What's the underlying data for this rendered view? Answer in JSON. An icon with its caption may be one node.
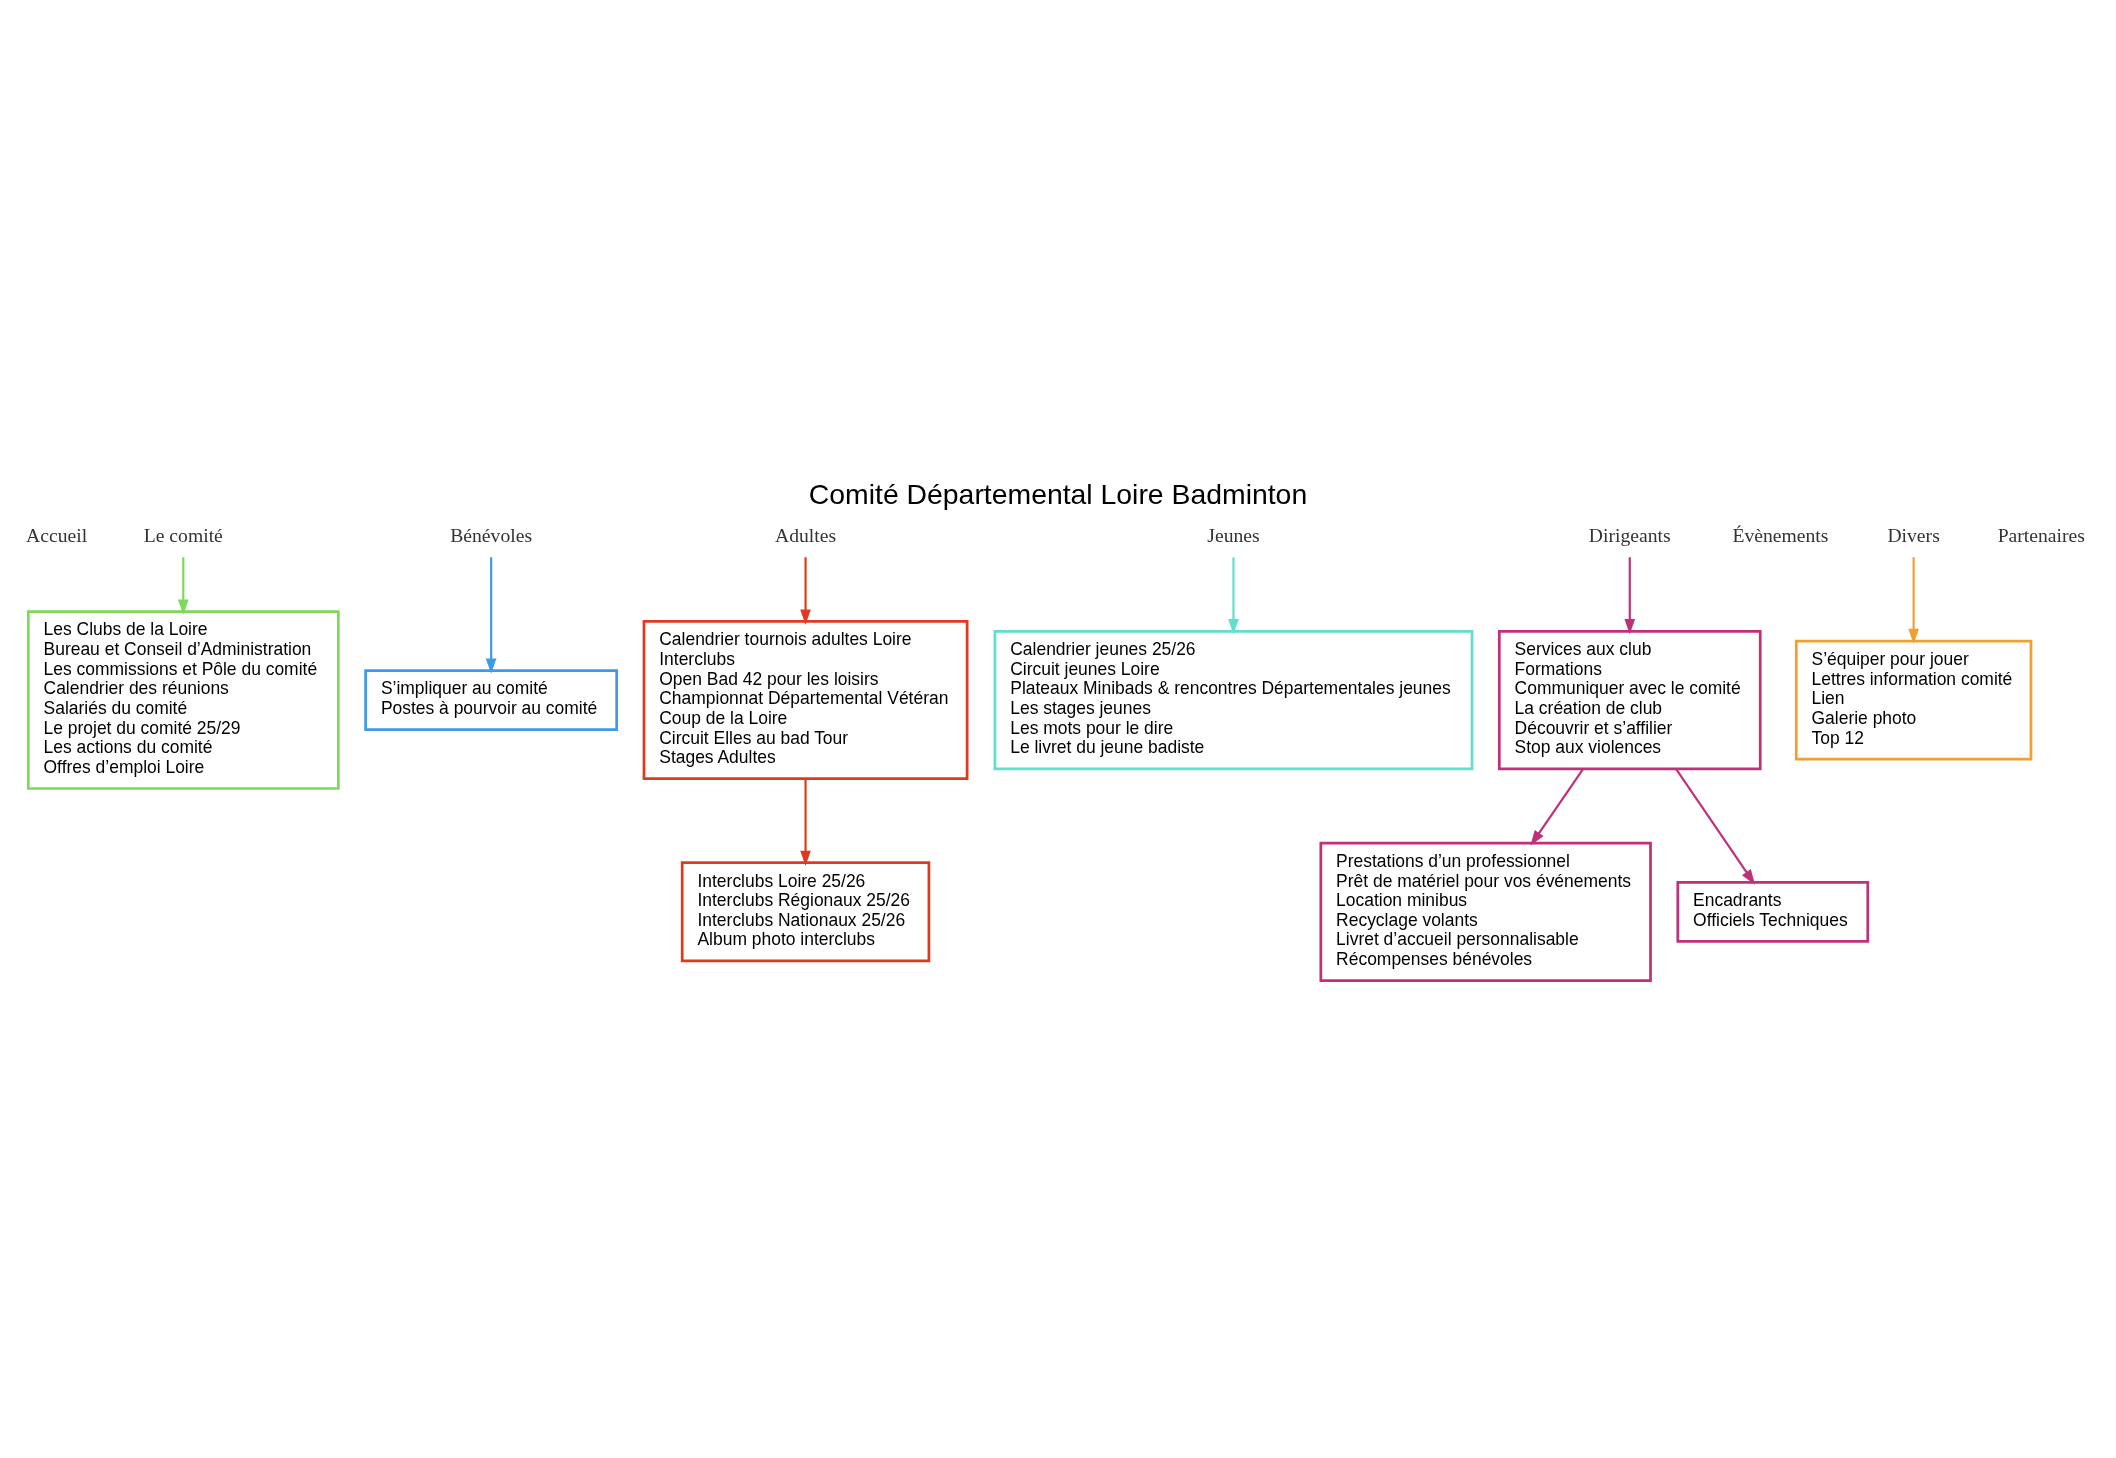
{
  "diagram": {
    "title": "Comité Départemental Loire Badminton",
    "nodes": [
      {
        "text": [
          "Accueil"
        ]
      },
      {
        "text": [
          "Le comité"
        ]
      },
      {
        "text": [
          "Bénévoles"
        ]
      },
      {
        "text": [
          "Adultes"
        ]
      },
      {
        "text": [
          "Jeunes"
        ]
      },
      {
        "text": [
          "Dirigeants"
        ]
      },
      {
        "text": [
          "Évènements"
        ]
      },
      {
        "text": [
          "Divers"
        ]
      },
      {
        "text": [
          "Partenaires"
        ]
      },
      {
        "text": [
          "Les Clubs de la Loire",
          "Bureau et Conseil d’Administration",
          "Les commissions et Pôle du comité",
          "Calendrier des réunions",
          "Salariés du comité",
          "Le projet du comité 25/29",
          "Les actions du comité",
          "Offres d’emploi Loire"
        ]
      },
      {
        "text": [
          "S’impliquer au comité",
          "Postes à pourvoir au comité"
        ]
      },
      {
        "text": [
          "Calendrier tournois adultes Loire",
          "Interclubs",
          "Open Bad 42 pour les loisirs",
          "Championnat Départemental Vétéran",
          "Coup de la Loire",
          "Circuit Elles au bad Tour",
          "Stages Adultes"
        ]
      },
      {
        "text": [
          "Interclubs Loire 25/26",
          "Interclubs Régionaux 25/26",
          "Interclubs Nationaux 25/26",
          "Album photo interclubs"
        ]
      },
      {
        "text": [
          "Calendrier jeunes 25/26",
          "Circuit jeunes Loire",
          "Plateaux Minibads & rencontres Départementales jeunes",
          "Les stages jeunes",
          "Les mots pour le dire",
          "Le livret du jeune badiste"
        ]
      },
      {
        "text": [
          "Services aux club",
          "Formations",
          "Communiquer avec le comité",
          "La création de club",
          "Découvrir et s’affilier",
          "Stop aux violences"
        ]
      },
      {
        "text": [
          "Prestations d’un professionnel",
          "Prêt de matériel pour vos événements",
          "Location minibus",
          "Recyclage volants",
          "Livret d’accueil personnalisable",
          "Récompenses bénévoles"
        ]
      },
      {
        "text": [
          "Encadrants",
          "Officiels Techniques"
        ]
      },
      {
        "text": [
          "S’équiper pour jouer",
          "Lettres information comité",
          "Lien",
          "Galerie photo",
          "Top 12"
        ]
      }
    ],
    "edges": [
      {
        "from": 1,
        "to": 9,
        "arrow": "to",
        "color": "#7ed957"
      },
      {
        "from": 2,
        "to": 10,
        "arrow": "to",
        "color": "#3d9be9"
      },
      {
        "from": 3,
        "to": 11,
        "arrow": "to",
        "color": "#e03a1e"
      },
      {
        "from": 4,
        "to": 13,
        "arrow": "to",
        "color": "#5fe0cc"
      },
      {
        "from": 5,
        "to": 14,
        "arrow": "to",
        "color": "#c0317a"
      },
      {
        "from": 7,
        "to": 17,
        "arrow": "to",
        "color": "#f0a030"
      },
      {
        "from": 11,
        "to": 12,
        "arrow": "to",
        "color": "#e03a1e"
      },
      {
        "from": 14,
        "to": 15,
        "arrow": "to",
        "color": "#c0317a"
      },
      {
        "from": 14,
        "to": 16,
        "arrow": "to",
        "color": "#c0317a"
      }
    ]
  }
}
